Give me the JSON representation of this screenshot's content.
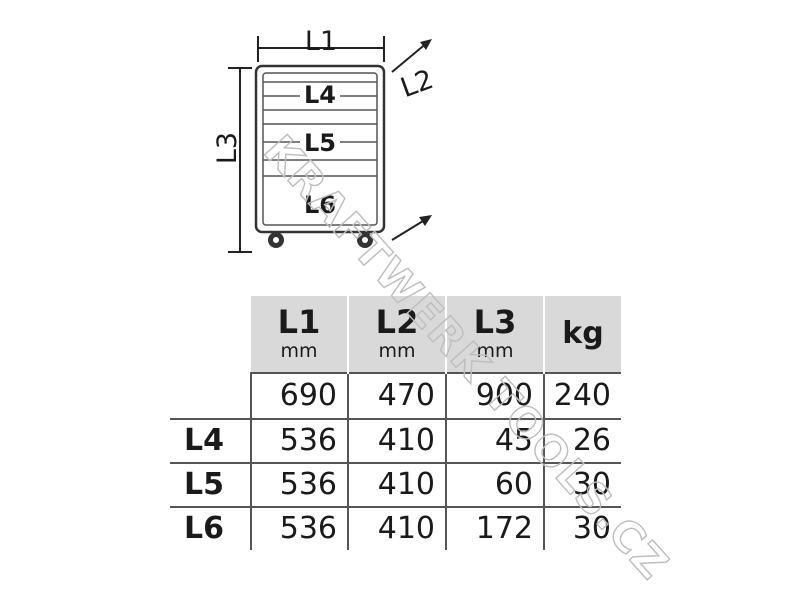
{
  "drawing": {
    "dims": {
      "width": "L1",
      "depth": "L2",
      "height": "L3"
    },
    "drawers": [
      "L4",
      "L5",
      "L6"
    ]
  },
  "watermark": "KRAFTWERK TOOLS.CZ",
  "table": {
    "headers": [
      {
        "label": "L1",
        "unit": "mm"
      },
      {
        "label": "L2",
        "unit": "mm"
      },
      {
        "label": "L3",
        "unit": "mm"
      },
      {
        "label": "kg",
        "unit": ""
      }
    ],
    "rows": [
      {
        "label": "",
        "values": [
          "690",
          "470",
          "900",
          "240"
        ]
      },
      {
        "label": "L4",
        "values": [
          "536",
          "410",
          "45",
          "26"
        ]
      },
      {
        "label": "L5",
        "values": [
          "536",
          "410",
          "60",
          "30"
        ]
      },
      {
        "label": "L6",
        "values": [
          "536",
          "410",
          "172",
          "30"
        ]
      }
    ]
  }
}
